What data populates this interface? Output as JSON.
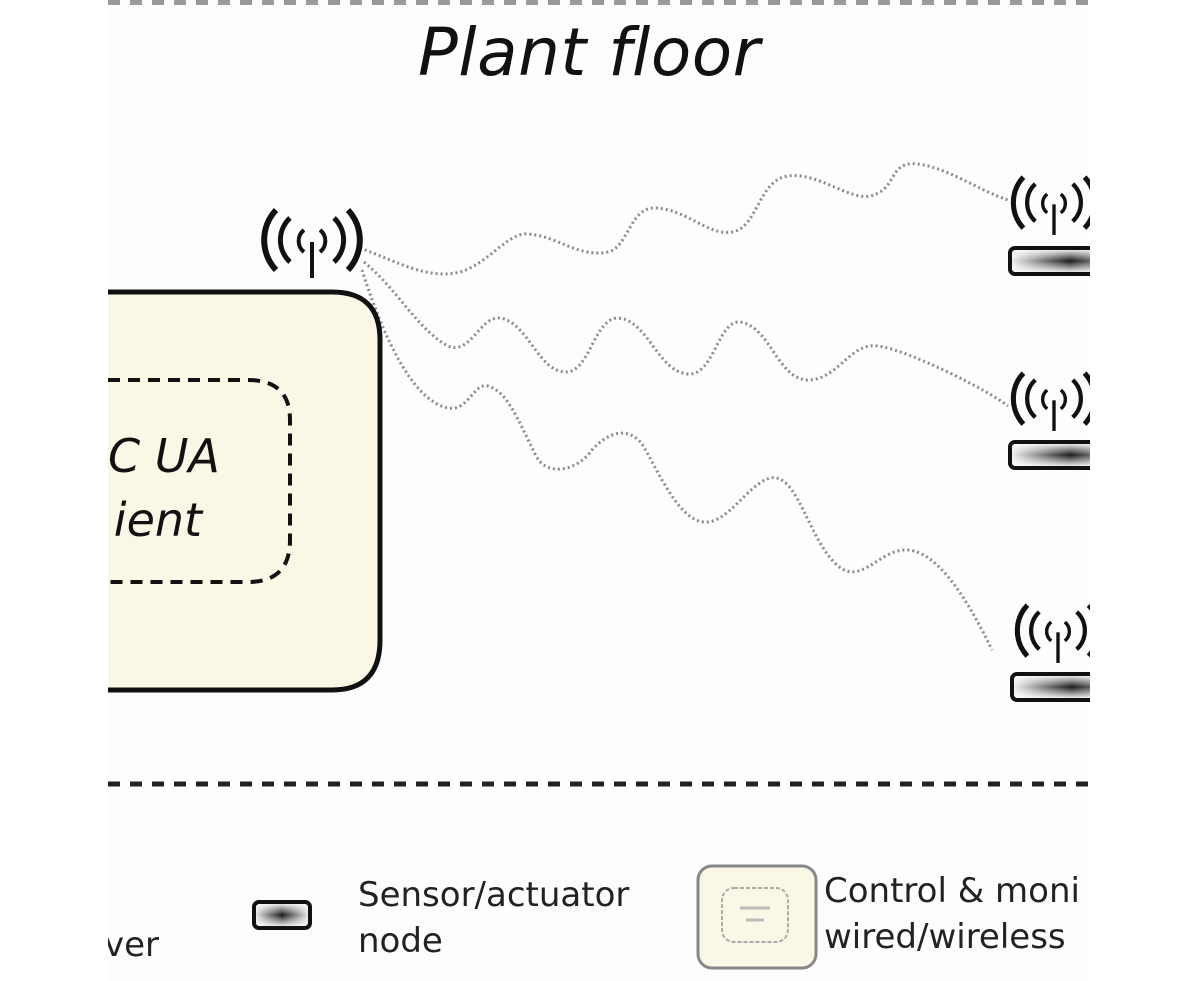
{
  "diagram": {
    "title": "Plant floor",
    "client_box": {
      "label_line1": "C UA",
      "label_line2": "ient",
      "fill_color": "#fbf7e6"
    },
    "nodes": [
      {
        "name": "sensor-node-1",
        "type": "wireless-sensor-actuator"
      },
      {
        "name": "sensor-node-2",
        "type": "wireless-sensor-actuator"
      },
      {
        "name": "sensor-node-3",
        "type": "wireless-sensor-actuator"
      }
    ],
    "links": [
      {
        "from": "client-antenna",
        "to": "sensor-node-1",
        "style": "dotted-wavy"
      },
      {
        "from": "client-antenna",
        "to": "sensor-node-2",
        "style": "dotted-wavy"
      },
      {
        "from": "client-antenna",
        "to": "sensor-node-3",
        "style": "dotted-wavy"
      }
    ],
    "legend": {
      "partial_left_text": "ver",
      "sensor_label_line1": "Sensor/actuator",
      "sensor_label_line2": "node",
      "control_label_line1": "Control & moni",
      "control_label_line2": "wired/wireless"
    },
    "colors": {
      "stroke": "#111111",
      "link": "#8a8a8a",
      "divider_top": "#9a9a9a",
      "divider_bottom": "#222222",
      "box_fill": "#fbf7e6"
    }
  }
}
